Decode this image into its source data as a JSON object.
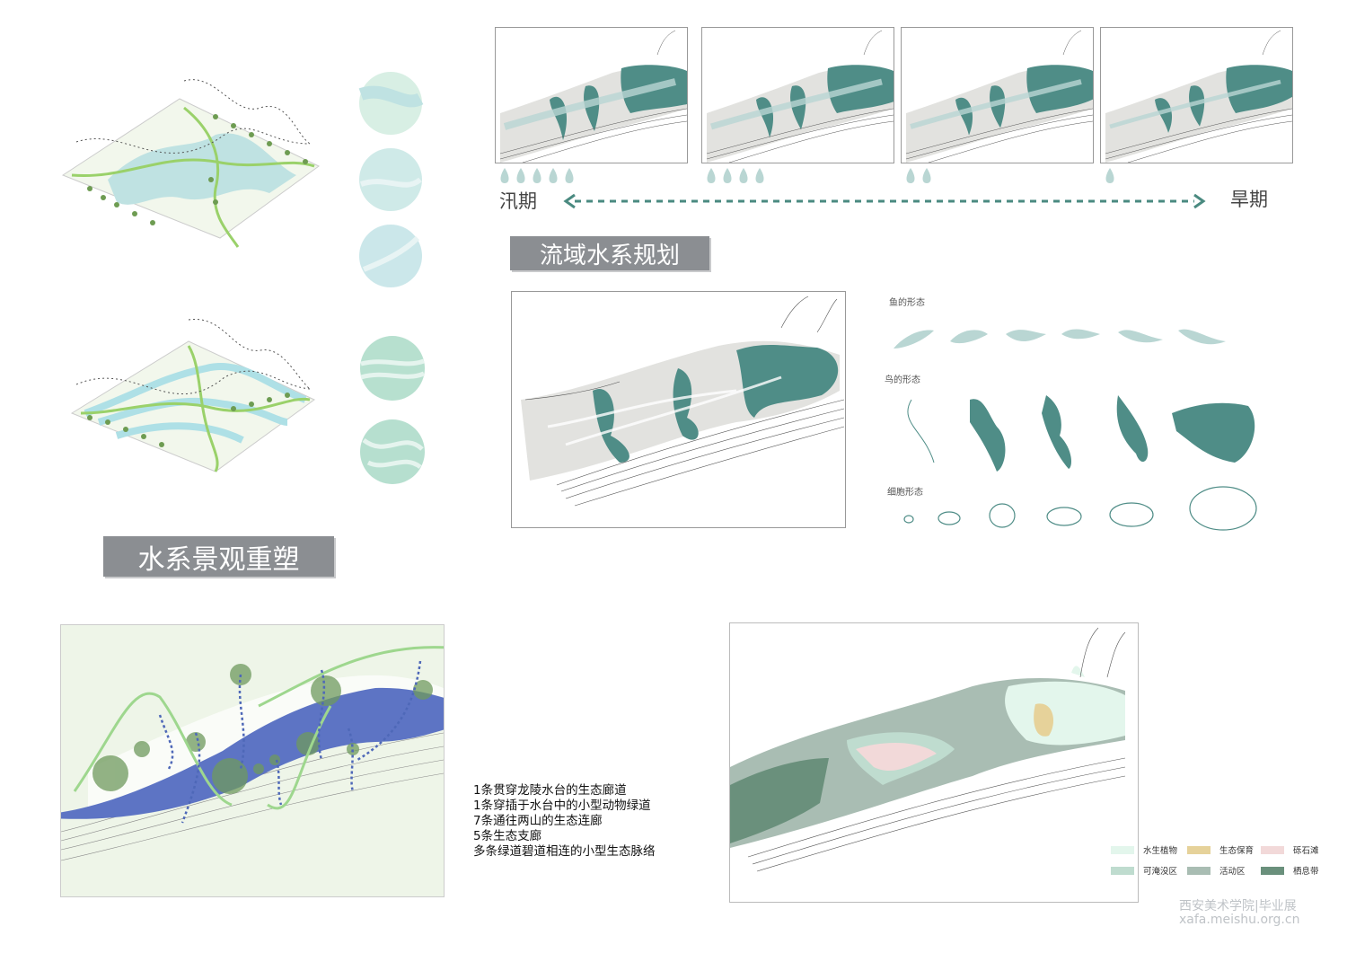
{
  "labels": {
    "water_reshape": "水系景观重塑",
    "basin_planning": "流域水系规划"
  },
  "seasons": {
    "flood": "汛期",
    "dry": "旱期",
    "droplet_counts": [
      5,
      4,
      2,
      1
    ]
  },
  "forms": {
    "fish": "鱼的形态",
    "bird": "鸟的形态",
    "cell": "细胞形态"
  },
  "corridor_list": [
    "1条贯穿龙陵水台的生态廊道",
    "1条穿插于水台中的小型动物绿道",
    "7条通往两山的生态连廊",
    "5条生态支廊",
    "多条绿道碧道相连的小型生态脉络"
  ],
  "legend": [
    {
      "label": "水生植物",
      "color": "#e3f6ec"
    },
    {
      "label": "生态保育",
      "color": "#e6d29a"
    },
    {
      "label": "砾石滩",
      "color": "#f2d9d9"
    },
    {
      "label": "可淹没区",
      "color": "#bfdccf"
    },
    {
      "label": "活动区",
      "color": "#a9bdb3"
    },
    {
      "label": "栖息带",
      "color": "#6a907c"
    }
  ],
  "colors": {
    "teal": "#4f8d87",
    "light_teal": "#b9d6d3",
    "river_blue": "#5d74c4",
    "green_circle": "#6f9a5e",
    "tag_gray": "#8b8e92"
  },
  "watermark": {
    "school": "西安美术学院|毕业展",
    "url": "xafa.meishu.org.cn"
  }
}
